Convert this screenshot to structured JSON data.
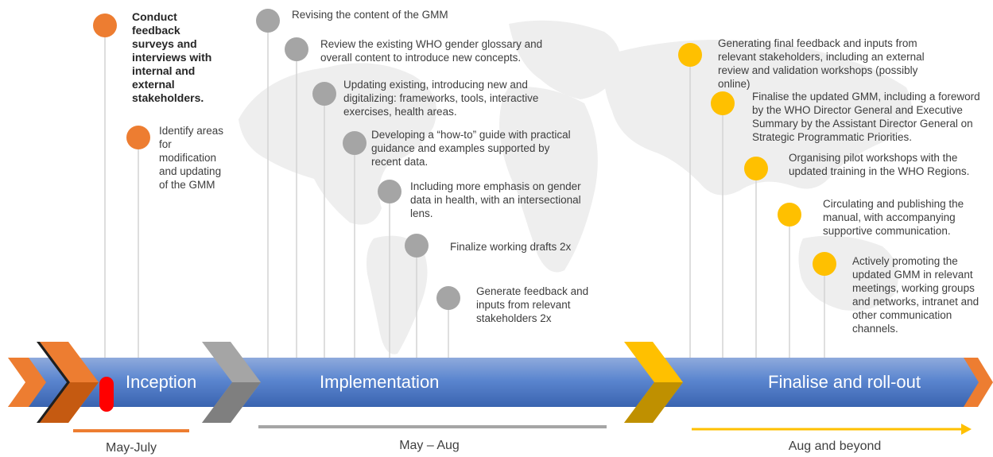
{
  "colors": {
    "orange": "#ED7D31",
    "gray": "#A5A5A5",
    "gold": "#FFC000",
    "blue": "#4472C4",
    "red": "#FF0000",
    "text": "#404040"
  },
  "phases": [
    {
      "label": "Inception"
    },
    {
      "label": "Implementation"
    },
    {
      "label": "Finalise and roll-out"
    }
  ],
  "periods": [
    {
      "label": "May-July"
    },
    {
      "label": "May – Aug"
    },
    {
      "label": "Aug and beyond"
    }
  ],
  "milestones": {
    "inception": [
      {
        "text": "Conduct feedback surveys and interviews with internal and external stakeholders."
      },
      {
        "text": "Identify areas for modification and updating of the GMM"
      }
    ],
    "implementation": [
      {
        "text": "Revising the content of the GMM"
      },
      {
        "text": "Review the existing WHO gender glossary and overall content to introduce new concepts."
      },
      {
        "text": "Updating existing, introducing new and digitalizing: frameworks, tools, interactive exercises, health areas."
      },
      {
        "text": "Developing a “how-to” guide with practical guidance and examples supported by recent data."
      },
      {
        "text": "Including more emphasis on gender data in health, with an intersectional lens."
      },
      {
        "text": "Finalize working drafts 2x"
      },
      {
        "text": "Generate feedback and inputs from relevant stakeholders 2x"
      }
    ],
    "rollout": [
      {
        "text": "Generating final feedback and inputs from relevant stakeholders, including an external review and validation workshops (possibly online)"
      },
      {
        "text": "Finalise the updated GMM, including a foreword by the WHO Director General and Executive Summary by the Assistant Director General on Strategic Programmatic Priorities."
      },
      {
        "text": "Organising pilot workshops with the updated training in the WHO Regions."
      },
      {
        "text": "Circulating and publishing the manual, with accompanying supportive communication."
      },
      {
        "text": "Actively promoting the updated GMM in relevant meetings, working groups and networks, intranet and other communication channels."
      }
    ]
  }
}
